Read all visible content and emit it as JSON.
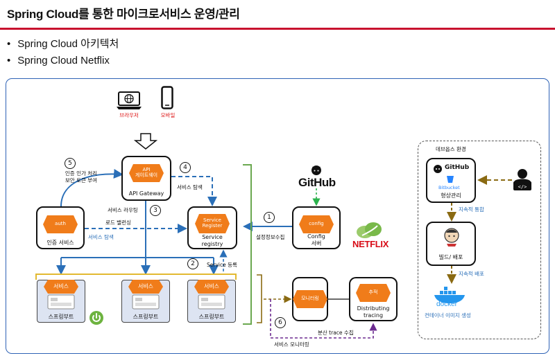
{
  "header": {
    "title": "Spring Cloud를 통한 마이크로서비스 운영/관리",
    "bullets": [
      "Spring Cloud 아키텍처",
      "Spring Cloud Netflix"
    ]
  },
  "clients": {
    "browser": "브라우저",
    "mobile": "모바일"
  },
  "gateway": {
    "hex": "API\n게이트웨이",
    "label": "API Gateway"
  },
  "auth": {
    "hex": "auth",
    "label": "인증 서비스"
  },
  "registry": {
    "hex": "Service\nRegister",
    "label": "Service\nregistry"
  },
  "config": {
    "hex": "config",
    "label": "Config\n서버"
  },
  "monitor": {
    "hex": "모니터링"
  },
  "trace": {
    "hex": "추적",
    "label": "Distributing\ntracing"
  },
  "services": [
    {
      "hex": "서비스",
      "label": "스프링부트"
    },
    {
      "hex": "서비스",
      "label": "스프링부트"
    },
    {
      "hex": "서비스",
      "label": "스프링부트"
    }
  ],
  "steps": [
    "1",
    "2",
    "3",
    "4",
    "5",
    "6"
  ],
  "annotations": {
    "auth_step": "인증 인가 처리\n보안 토큰 부여",
    "service_discovery_4": "서비스 탐색",
    "routing": "서비스 라우팅",
    "load_balancing": "로드 밸런싱",
    "service_discovery_auth": "서비스 탐색",
    "config_collect": "설정정보수집",
    "service_register": "Service 등록",
    "trace_collect": "분산 trace 수집",
    "service_monitoring": "서비스 모니터링"
  },
  "logos": {
    "github": "GitHub",
    "netflix": "NETFLIX"
  },
  "devops": {
    "title": "데브옵스 환경",
    "github": "GitHub",
    "bitbucket": "Bitbucket",
    "scm": "형상관리",
    "ci": "지속적 통합",
    "build": "빌드/ 배포",
    "cd": "지속적 배포",
    "docker": "docker",
    "image": "컨테이너 이미지 생성"
  },
  "colors": {
    "accent_red": "#c8102e",
    "hex_orange": "#f07c1a",
    "arrow_blue": "#2a6fb8",
    "arrow_brown": "#8a6a12",
    "arrow_purple": "#6b2a8f",
    "bracket_green": "#6aa84f",
    "frame_blue": "#2e62b5"
  }
}
